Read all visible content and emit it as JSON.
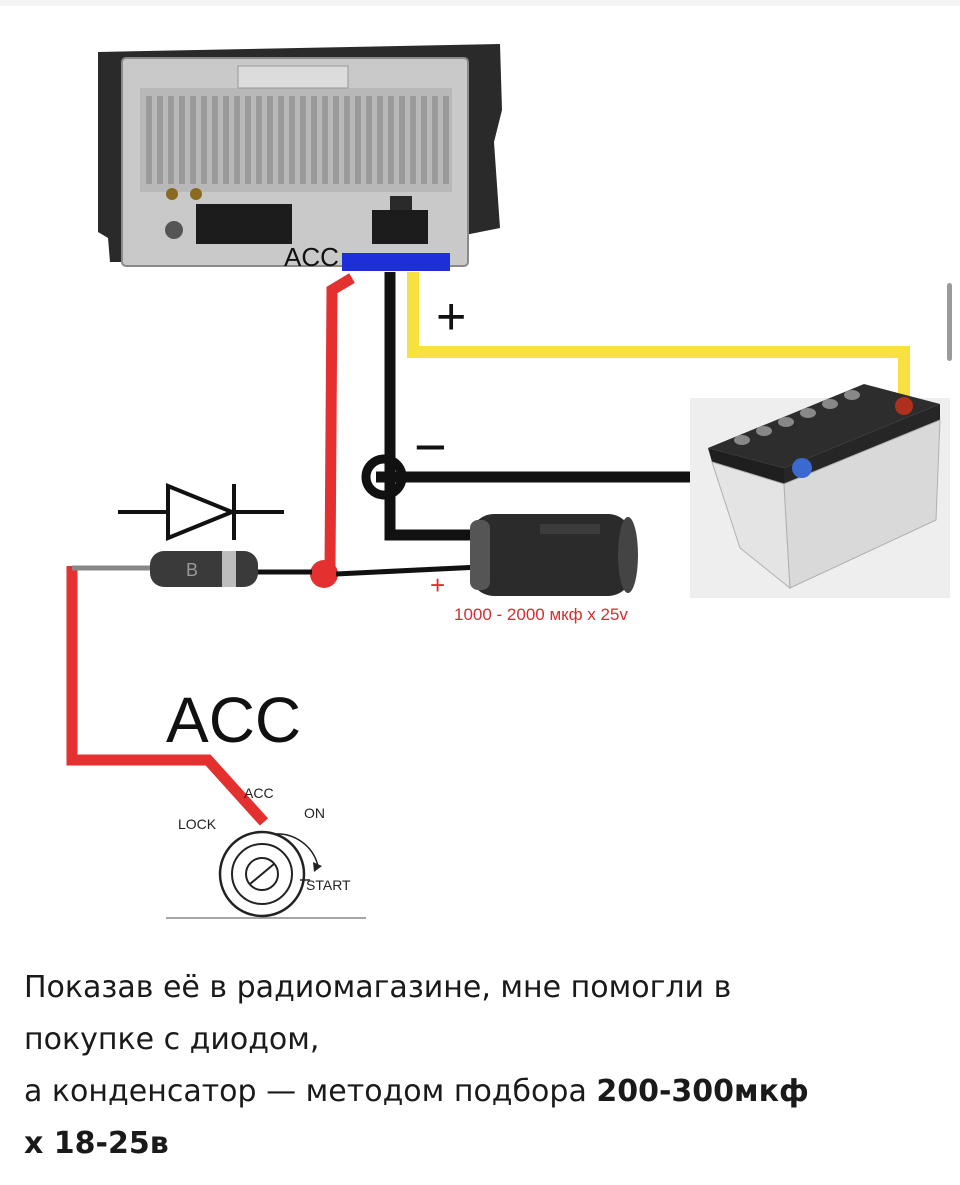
{
  "diagram": {
    "head_unit_label": "ACC",
    "plus_sign": "+",
    "minus_sign": "−",
    "capacitor_plus": "+",
    "capacitor_spec": "1000 - 2000 мкф х 25v",
    "diode_marking": "B",
    "acc_label": "ACC",
    "ignition": {
      "lock": "LOCK",
      "acc": "ACC",
      "on": "ON",
      "start": "START"
    },
    "colors": {
      "acc_wire": "#e53030",
      "ground_wire": "#111111",
      "positive_wire": "#f7e040",
      "connector_bar": "#1d2fd8"
    }
  },
  "caption": {
    "line1": "Показав её в радиомагазине, мне помогли в",
    "line2": "покупке с диодом,",
    "line3_regular": "а конденсатор — методом подбора ",
    "line3_bold": "200-300мкф",
    "line4_bold": "х 18-25в"
  }
}
